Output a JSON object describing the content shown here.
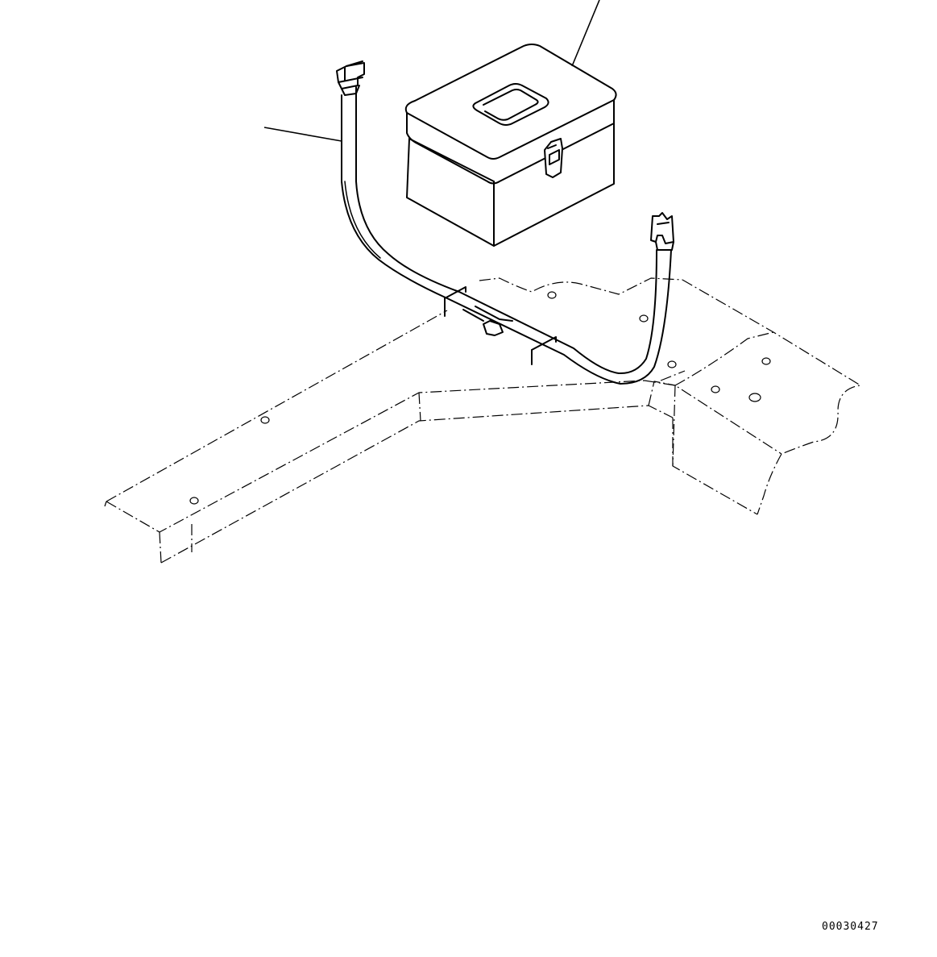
{
  "drawing": {
    "id_code": "00030427"
  },
  "parts": [
    {
      "name": "tool-box",
      "label": ""
    },
    {
      "name": "strap",
      "label": ""
    }
  ]
}
